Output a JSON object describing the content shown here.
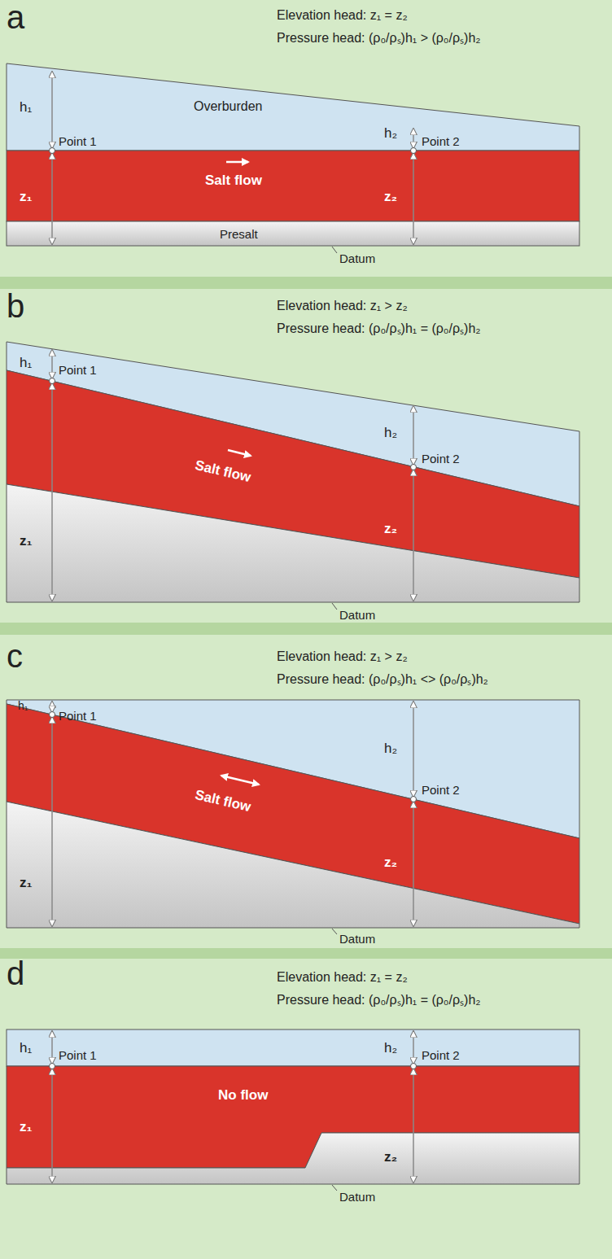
{
  "diagram": {
    "labels": [
      "a",
      "Elevation head: z₁ = z₂",
      "Pressure head: (ρ₀/ρₛ)h₁ > (ρ₀/ρₛ)h₂",
      "h₁",
      "Point 1",
      "Overburden",
      "h₂",
      "Point 2",
      "Salt flow",
      "z₁",
      "z₂",
      "Presalt",
      "Datum",
      "b",
      "Elevation head: z₁ > z₂",
      "Pressure head: (ρ₀/ρₛ)h₁ = (ρ₀/ρₛ)h₂",
      "h₁",
      "Point 1",
      "Salt flow",
      "h₂",
      "Point 2",
      "z₁",
      "z₂",
      "Datum",
      "c",
      "Elevation head: z₁ > z₂",
      "Pressure head: (ρ₀/ρₛ)h₁ <> (ρ₀/ρₛ)h₂",
      "h₁",
      "Point 1",
      "h₂",
      "Point 2",
      "Salt flow",
      "z₁",
      "z₂",
      "Datum",
      "d",
      "Elevation head: z₁ = z₂",
      "Pressure head: (ρ₀/ρₛ)h₁ = (ρ₀/ρₛ)h₂",
      "h₁",
      "Point 1",
      "No flow",
      "h₂",
      "Point 2",
      "z₁",
      "z₂",
      "Datum"
    ]
  }
}
